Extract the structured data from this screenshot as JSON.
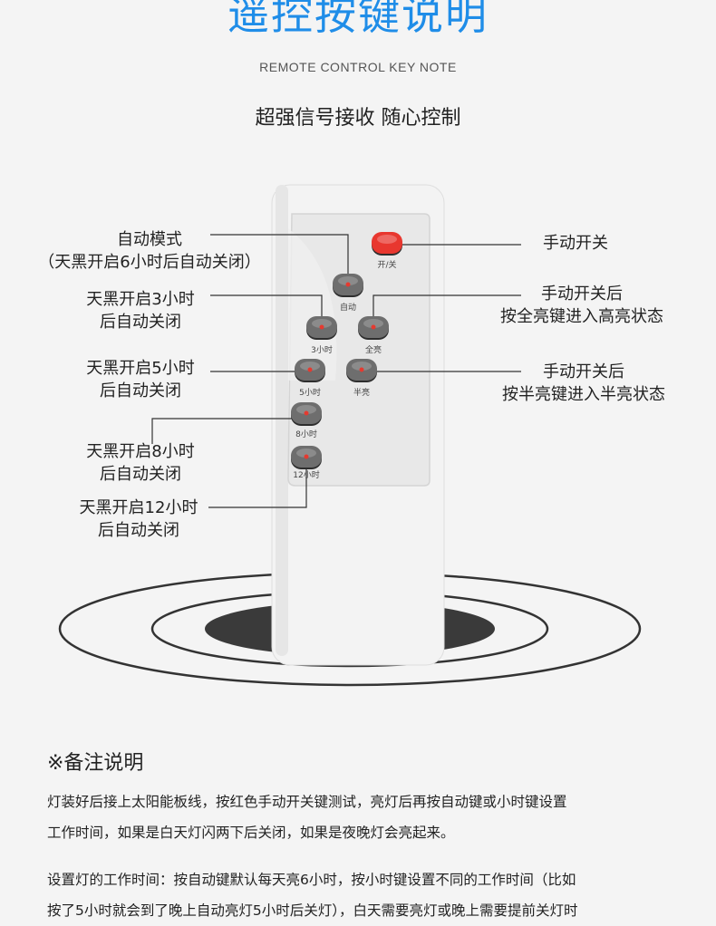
{
  "header": {
    "title": "遥控按键说明",
    "subtitle": "REMOTE CONTROL KEY NOTE",
    "slogan": "超强信号接收 随心控制"
  },
  "remote": {
    "colors": {
      "body": "#f5f5f5",
      "panel": "#e9e9e9",
      "power": "#e8372f",
      "button": "#6e6e6e",
      "dot": "#e43a30"
    },
    "keys": {
      "power": "开/关",
      "auto": "自动",
      "h3": "3小时",
      "full": "全亮",
      "h5": "5小时",
      "half": "半亮",
      "h8": "8小时",
      "h12": "12小时"
    }
  },
  "callouts": {
    "auto": [
      "自动模式",
      "（天黑开启6小时后自动关闭）"
    ],
    "h3": [
      "天黑开启3小时",
      "后自动关闭"
    ],
    "h5": [
      "天黑开启5小时",
      "后自动关闭"
    ],
    "h8": [
      "天黑开启8小时",
      "后自动关闭"
    ],
    "h12": [
      "天黑开启12小时",
      "后自动关闭"
    ],
    "power": "手动开关",
    "full": [
      "手动开关后",
      "按全亮键进入高亮状态"
    ],
    "half": [
      "手动开关后",
      "按半亮键进入半亮状态"
    ]
  },
  "notes": {
    "title": "※备注说明",
    "p1": [
      "灯装好后接上太阳能板线，按红色手动开关键测试，亮灯后再按自动键或小时键设置",
      "工作时间，如果是白天灯闪两下后关闭，如果是夜晚灯会亮起来。"
    ],
    "p2": [
      "设置灯的工作时间：按自动键默认每天亮6小时，按小时键设置不同的工作时间（比如",
      "按了5小时就会到了晚上自动亮灯5小时后关灯），白天需要亮灯或晚上需要提前关灯时"
    ]
  }
}
